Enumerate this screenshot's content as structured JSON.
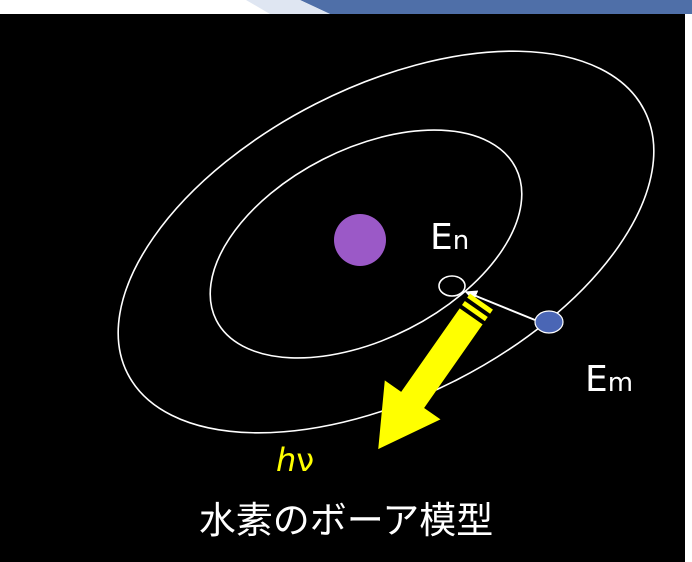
{
  "slide": {
    "background_color": "#000000",
    "accent_color": "#4f6fa8"
  },
  "diagram": {
    "nucleus_color": "#9b59c7",
    "orbit_color": "#ffffff",
    "electron_color": "#4a66b5",
    "photon_arrow_color": "#ffff00",
    "labels": {
      "en_main": "E",
      "en_sub": "n",
      "em_main": "E",
      "em_sub": "m",
      "hv_h": "h",
      "hv_nu": "ν"
    },
    "caption": "水素のボーア模型"
  }
}
